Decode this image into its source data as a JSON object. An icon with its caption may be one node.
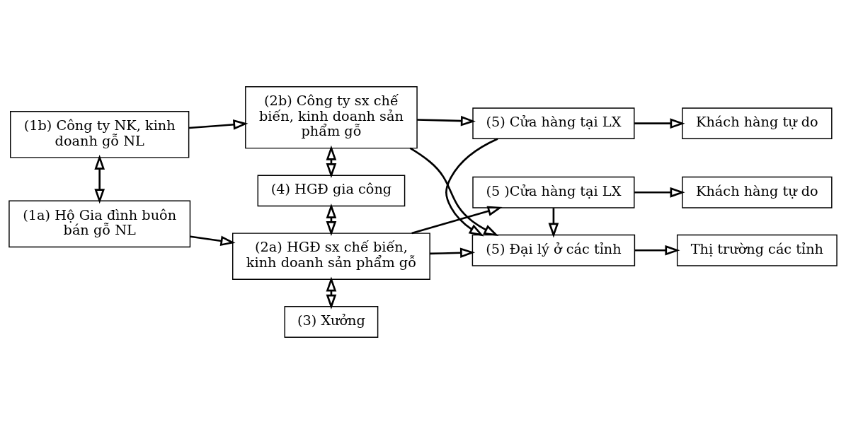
{
  "diagram": {
    "nodes": [
      {
        "text": [
          "(1b) Công ty NK, kinh doanh gỗ NL"
        ]
      },
      {
        "text": [
          "(2b) Công ty sx chế biến, kinh doanh sản phẩm gỗ"
        ]
      },
      {
        "text": [
          "(5) Cửa hàng tại LX"
        ]
      },
      {
        "text": [
          "Khách hàng tự do"
        ]
      },
      {
        "text": [
          "(4) HGĐ gia công"
        ]
      },
      {
        "text": [
          "(5) Đại lý ở các tỉnh"
        ]
      },
      {
        "text": [
          "Thị trường các tỉnh"
        ]
      },
      {
        "text": [
          "(1a) Hộ Gia đình buôn bán gỗ NL"
        ]
      },
      {
        "text": [
          "(2a) HGĐ sx chế biến, kinh doanh sản phẩm gỗ"
        ]
      },
      {
        "text": [
          "(5 )Cửa hàng tại LX"
        ]
      },
      {
        "text": [
          "Khách hàng tự do"
        ]
      },
      {
        "text": [
          "(3) Xưởng"
        ]
      }
    ],
    "edges": [
      {
        "from": 0,
        "to": 1,
        "arrow": "to"
      },
      {
        "from": 0,
        "to": 7,
        "arrow": "both"
      },
      {
        "from": 7,
        "to": 8,
        "arrow": "to"
      },
      {
        "from": 1,
        "to": 2,
        "arrow": "to"
      },
      {
        "from": 2,
        "to": 3,
        "arrow": "to"
      },
      {
        "from": 1,
        "to": 4,
        "arrow": "both"
      },
      {
        "from": 4,
        "to": 8,
        "arrow": "both"
      },
      {
        "from": 8,
        "to": 11,
        "arrow": "both"
      },
      {
        "from": 1,
        "to": 5,
        "arrow": "to"
      },
      {
        "from": 8,
        "to": 5,
        "arrow": "to"
      },
      {
        "from": 2,
        "to": 5,
        "arrow": "to"
      },
      {
        "from": 5,
        "to": 6,
        "arrow": "to"
      },
      {
        "from": 8,
        "to": 9,
        "arrow": "to"
      },
      {
        "from": 9,
        "to": 5,
        "arrow": "to"
      },
      {
        "from": 9,
        "to": 10,
        "arrow": "to"
      }
    ]
  }
}
